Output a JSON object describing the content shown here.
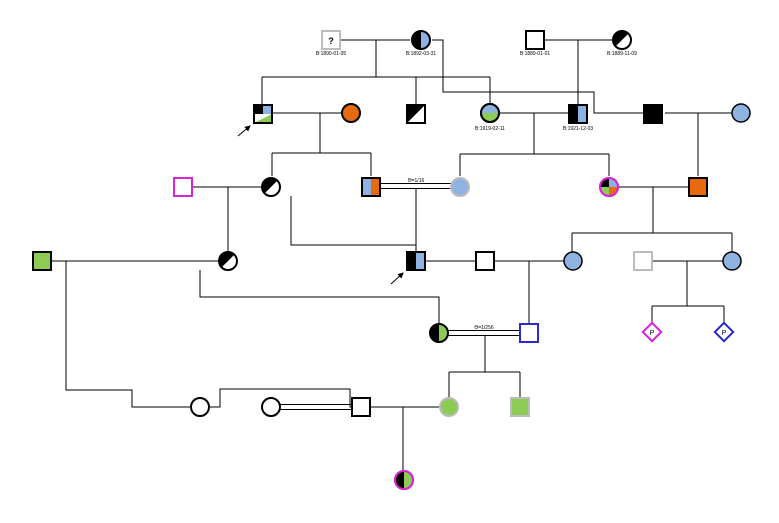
{
  "labels": {
    "gp1_birth": "B:1890-01-05",
    "gp2_birth": "B:1892-03-31",
    "gp3_birth": "B:1889-01-01",
    "gp4_birth": "B:1889-11-09",
    "c_birth": "B:1919-02-11",
    "d_birth": "B:1921-12-03",
    "consang_1": "Θ=1/16",
    "consang_2": "Θ=1/256",
    "unknown_mark": "?",
    "pregnancy_1": "P",
    "pregnancy_2": "P"
  },
  "colors": {
    "line": "#000000",
    "green": "#8ccc55",
    "blue": "#8fb3e0",
    "orange": "#e86a10",
    "magenta": "#d822d8",
    "dark_blue": "#2a2ad0",
    "grey_outline": "#bbbbbb",
    "black": "#000000"
  }
}
